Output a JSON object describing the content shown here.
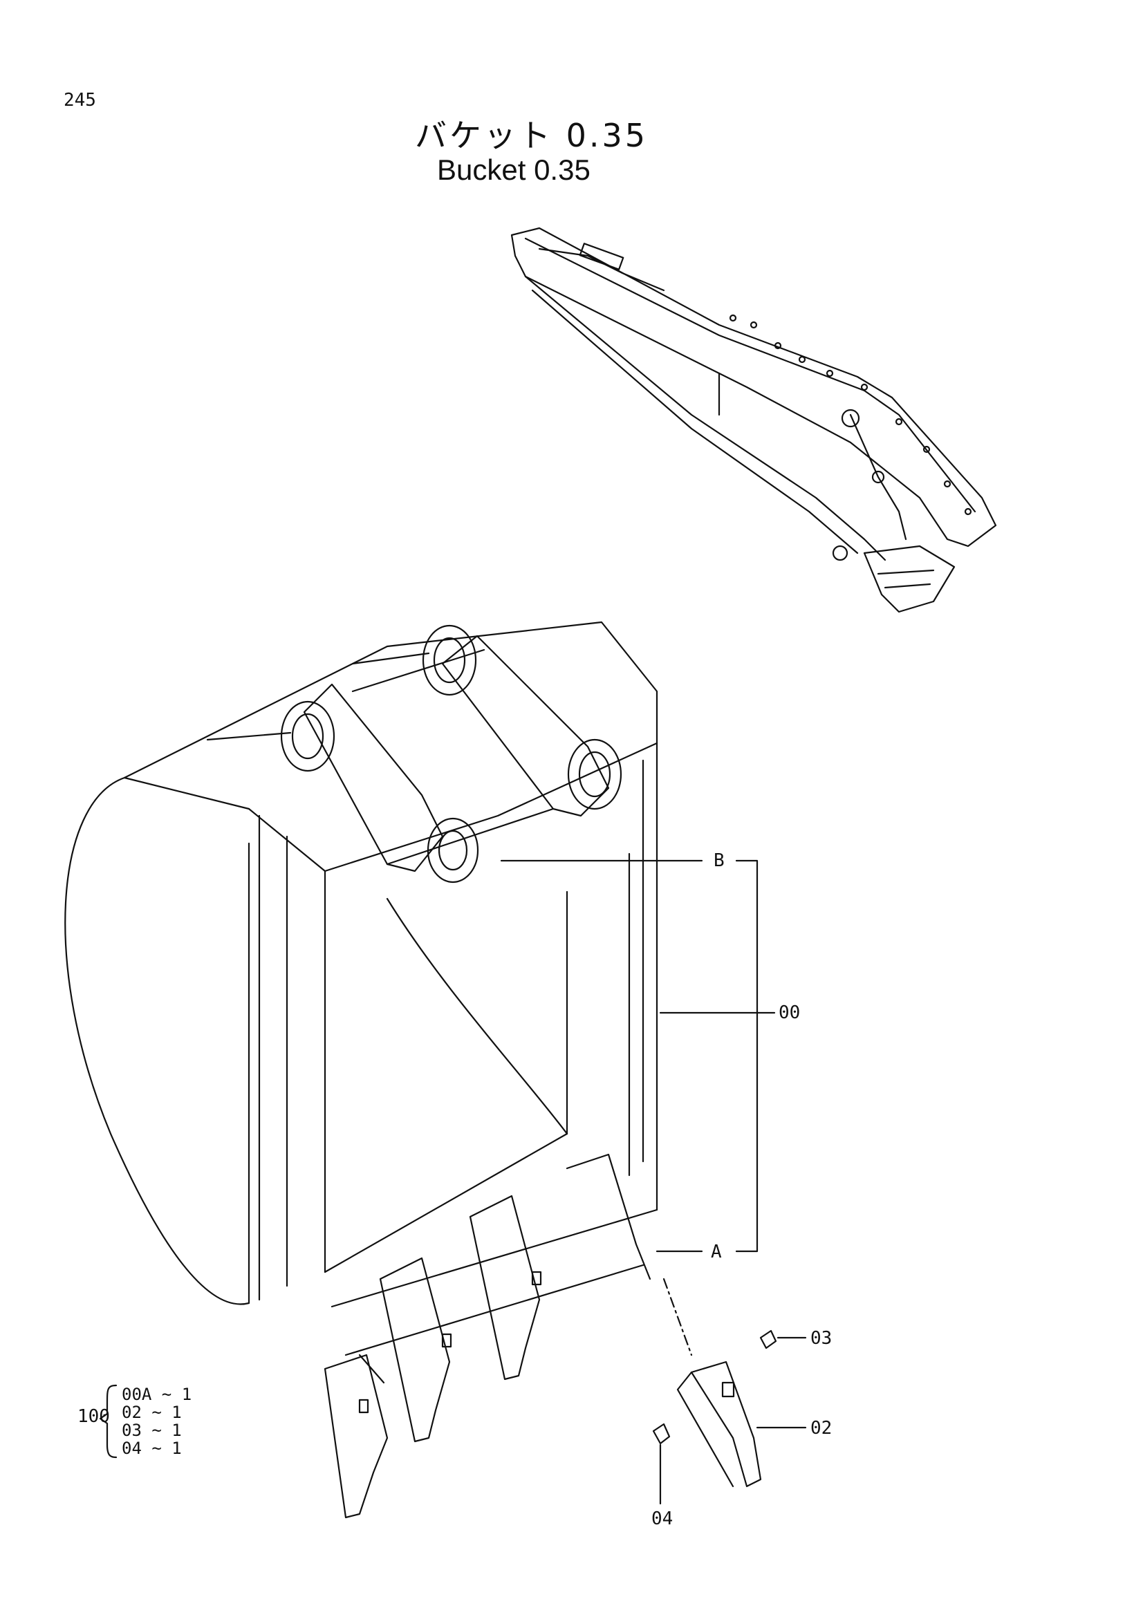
{
  "page": {
    "number": "245"
  },
  "title": {
    "japanese": "バケット 0.35",
    "english": "Bucket 0.35"
  },
  "callouts": {
    "b": "B",
    "a": "A",
    "p00": "00",
    "p03": "03",
    "p02": "02",
    "p04": "04"
  },
  "kit": {
    "code": "100",
    "items": [
      "00A ~ 1",
      "02  ~ 1",
      "03  ~ 1",
      "04  ~ 1"
    ]
  },
  "colors": {
    "ink": "#111111",
    "paper": "#ffffff"
  }
}
